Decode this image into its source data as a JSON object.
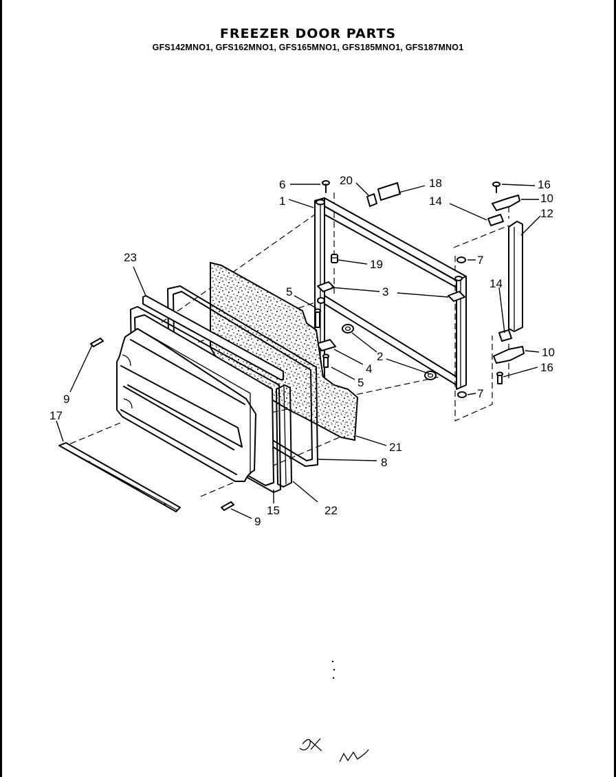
{
  "header": {
    "title": "FREEZER DOOR PARTS",
    "models": "GFS142MNO1, GFS162MNO1, GFS165MNO1, GFS185MNO1, GFS187MNO1"
  },
  "callouts": {
    "c1": "1",
    "c2": "2",
    "c3": "3",
    "c4": "4",
    "c5a": "5",
    "c5b": "5",
    "c6": "6",
    "c7a": "7",
    "c7b": "7",
    "c8": "8",
    "c9a": "9",
    "c9b": "9",
    "c10a": "10",
    "c10b": "10",
    "c12": "12",
    "c14a": "14",
    "c14b": "14",
    "c15": "15",
    "c16a": "16",
    "c16b": "16",
    "c17": "17",
    "c18": "18",
    "c19": "19",
    "c20": "20",
    "c21": "21",
    "c22": "22",
    "c23": "23"
  },
  "colors": {
    "ink": "#000000",
    "paper": "#ffffff"
  }
}
